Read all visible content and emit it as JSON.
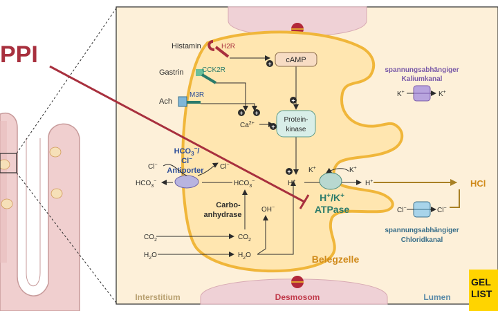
{
  "drug": {
    "label": "PPI",
    "color": "#a8303e"
  },
  "receptors": {
    "histamin": {
      "ligand": "Histamin",
      "receptor": "H2R"
    },
    "gastrin": {
      "ligand": "Gastrin",
      "receptor": "CCK2R"
    },
    "ach": {
      "ligand": "Ach",
      "receptor": "M3R"
    }
  },
  "signals": {
    "camp": "cAMP",
    "ca": "Ca",
    "ca_charge": "2+",
    "proteinkinase_line1": "Protein-",
    "proteinkinase_line2": "kinase",
    "plus": "+"
  },
  "antiporter": {
    "title_line1_main": "HCO",
    "title_line1_sub": "3",
    "title_line1_sup": "−",
    "title_line1_tail": "/",
    "title_line2": "Cl",
    "title_line2_sup": "−",
    "title_line3": "Antiporter",
    "cl_in": "Cl",
    "cl_out": "Cl",
    "hco3_out": "HCO",
    "hco3_in": "HCO",
    "sub3": "3",
    "minus": "−"
  },
  "carbonic": {
    "enzyme_line1": "Carbo-",
    "enzyme_line2": "anhydrase",
    "oh": "OH",
    "co2_left": "CO",
    "co2_right": "CO",
    "sub2": "2",
    "h2o_left": "H",
    "h2o_right": "H",
    "h2o_tail": "O"
  },
  "pump": {
    "k_out": "K",
    "k_in": "K",
    "h_in": "H",
    "h_out": "H",
    "sup_plus": "+",
    "name_line1_h": "H",
    "name_line1_mid": "/K",
    "name_line2": "ATPase"
  },
  "kchannel": {
    "label_line1": "spannungsabhängiger",
    "label_line2": "Kaliumkanal",
    "k_left": "K",
    "k_right": "K"
  },
  "clchannel": {
    "label_line1": "spannungsabhängiger",
    "label_line2": "Chloridkanal",
    "cl_left": "Cl",
    "cl_right": "Cl"
  },
  "hcl": "HCl",
  "cell_name": "Belegzelle",
  "regions": {
    "interstitium": "Interstitium",
    "desmosom": "Desmosom",
    "lumen": "Lumen"
  },
  "brand": {
    "line1": "GEL",
    "line2": "LIST"
  },
  "colors": {
    "panel_bg": "#fdf0d9",
    "cell_fill": "#ffe6b0",
    "cell_stroke": "#f0b63a",
    "desmosom_fill": "#efd1d6",
    "desmosom_dot": "#b2283a",
    "pink_tissue": "#f0cfcf",
    "pink_stroke": "#c79a9a",
    "green_receptor": "#2a7a6a",
    "red_receptor": "#a8303e",
    "blue_text": "#2b4c9a",
    "purple_channel": "#9b7dc9",
    "blue_channel": "#7fb6d8",
    "brown_line": "#a88024",
    "orange_text": "#d08a1a",
    "teal_text": "#3a6f8a",
    "red_text": "#c03a4a",
    "brand_yellow": "#ffd400"
  }
}
